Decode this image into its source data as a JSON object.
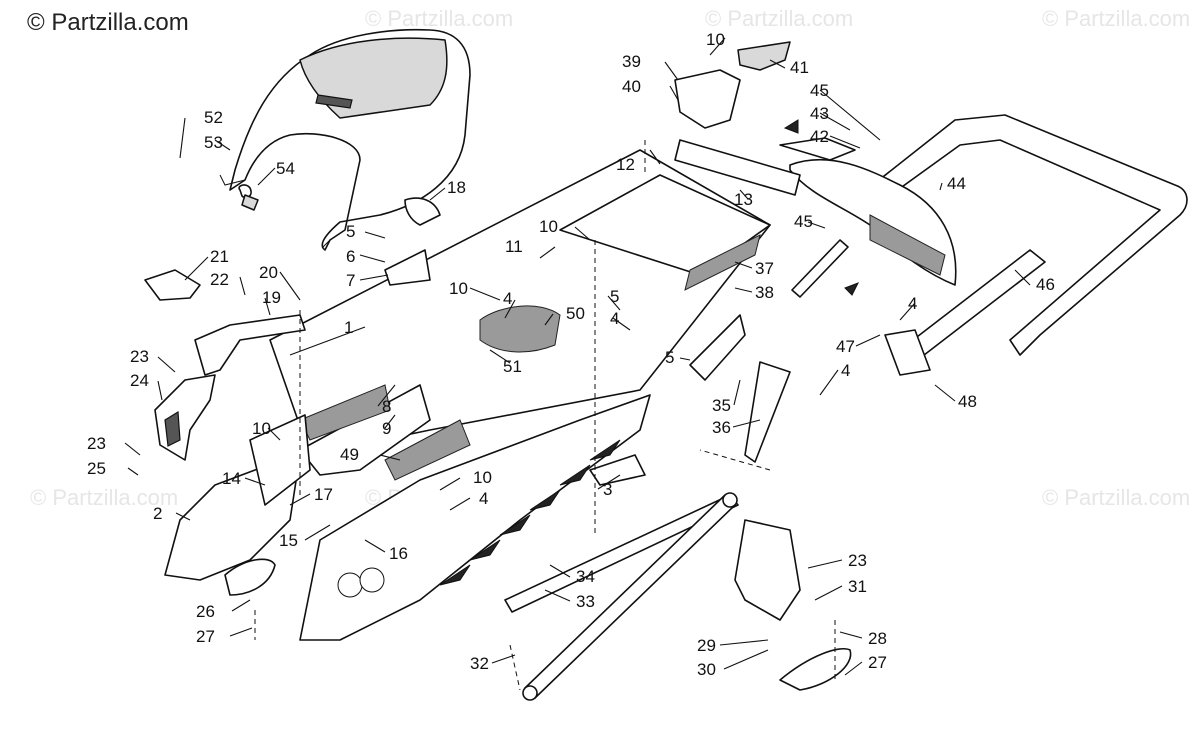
{
  "brand": "© Partzilla.com",
  "watermarks": [
    "© Partzilla.com",
    "© Partzilla.com",
    "© Partzilla.com",
    "© Partzilla.com",
    "© Partzilla.com",
    "© Partzilla.com"
  ],
  "callouts": {
    "c1": "1",
    "c2": "2",
    "c3": "3",
    "c4a": "4",
    "c4b": "4",
    "c4c": "4",
    "c4d": "4",
    "c4e": "4",
    "c5a": "5",
    "c5b": "5",
    "c5c": "5",
    "c6": "6",
    "c7": "7",
    "c8": "8",
    "c9": "9",
    "c10a": "10",
    "c10b": "10",
    "c10c": "10",
    "c10d": "10",
    "c10e": "10",
    "c11": "11",
    "c12": "12",
    "c13": "13",
    "c14": "14",
    "c15": "15",
    "c16": "16",
    "c17": "17",
    "c18": "18",
    "c19": "19",
    "c20": "20",
    "c21": "21",
    "c22": "22",
    "c23a": "23",
    "c23b": "23",
    "c23c": "23",
    "c24": "24",
    "c25": "25",
    "c26": "26",
    "c27a": "27",
    "c27b": "27",
    "c28": "28",
    "c29": "29",
    "c30": "30",
    "c31": "31",
    "c32": "32",
    "c33": "33",
    "c34": "34",
    "c35": "35",
    "c36": "36",
    "c37": "37",
    "c38": "38",
    "c39": "39",
    "c40": "40",
    "c41": "41",
    "c42": "42",
    "c43": "43",
    "c44": "44",
    "c45a": "45",
    "c45b": "45",
    "c46": "46",
    "c47": "47",
    "c48": "48",
    "c49": "49",
    "c50": "50",
    "c51": "51",
    "c52": "52",
    "c53": "53",
    "c54": "54"
  },
  "icons": {
    "copyright": "copyright-icon"
  }
}
